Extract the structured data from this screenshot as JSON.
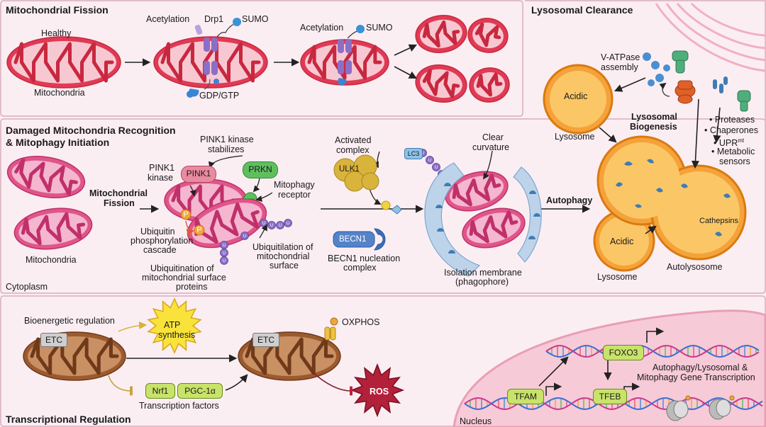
{
  "sections": {
    "fission": {
      "title": "Mitochondrial Fission",
      "healthy": "Healthy",
      "mitochondria": "Mitochondria",
      "acetylation_1": "Acetylation",
      "drp1": "Drp1",
      "sumo_1": "SUMO",
      "gdp_gtp": "GDP/GTP",
      "acetylation_2": "Acetylation",
      "sumo_2": "SUMO"
    },
    "recognition": {
      "title_line1": "Damaged Mitochondria Recognition",
      "title_line2": "& Mitophagy Initiation",
      "mitochondria": "Mitochondria",
      "cytoplasm": "Cytoplasm",
      "fission_arrow_line1": "Mitochondrial",
      "fission_arrow_line2": "Fission",
      "pink1_stab_line1": "PINK1 kinase",
      "pink1_stab_line2": "stabilizes",
      "pink1_kinase_line1": "PINK1",
      "pink1_kinase_line2": "kinase",
      "pink1": "PINK1",
      "prkn": "PRKN",
      "receptor_line1": "Mitophagy",
      "receptor_line2": "receptor",
      "ub_cascade_line1": "Ubiquitin",
      "ub_cascade_line2": "phosphorylation",
      "ub_cascade_line3": "cascade",
      "ub_surface_line1": "Ubiquitilation of",
      "ub_surface_line2": "mitochondrial",
      "ub_surface_line3": "surface",
      "ub_proteins_line1": "Ubiquitination of",
      "ub_proteins_line2": "mitochondrial surface",
      "ub_proteins_line3": "proteins",
      "p_marker": "P",
      "activated_line1": "Activated",
      "activated_line2": "complex",
      "ulk1": "ULK1",
      "becn1": "BECN1",
      "becn1_complex_line1": "BECN1 nucleation",
      "becn1_complex_line2": "complex",
      "lc3": "LC3",
      "clear_line1": "Clear",
      "clear_line2": "curvature",
      "isolation_line1": "Isolation membrane",
      "isolation_line2": "(phagophore)",
      "autophagy": "Autophagy"
    },
    "lysosomal": {
      "title": "Lysosomal Clearance",
      "vatpase_line1": "V-ATPase",
      "vatpase_line2": "assembly",
      "acidic_1": "Acidic",
      "lysosome_1": "Lysosome",
      "biogenesis_line1": "Lysosomal",
      "biogenesis_line2": "Biogenesis",
      "bullet_1": "• Proteases",
      "bullet_2": "• Chaperones",
      "bullet_3": "• UPR",
      "bullet_3_sup": "mt",
      "bullet_4_line1": "• Metabolic",
      "bullet_4_line2": "sensors",
      "cathepsins": "Cathepsins",
      "acidic_2": "Acidic",
      "lysosome_2": "Lysosome",
      "autolysosome": "Autolysosome"
    },
    "transcription": {
      "title": "Transcriptional Regulation",
      "bioenergetic": "Bioenergetic regulation",
      "etc_1": "ETC",
      "etc_2": "ETC",
      "atp_line1": "ATP",
      "atp_line2": "synthesis",
      "oxphos": "OXPHOS",
      "nrf1": "Nrf1",
      "pgc1a": "PGC-1α",
      "tf_label": "Transcription factors",
      "ros": "ROS",
      "foxo3": "FOXO3",
      "tfam": "TFAM",
      "tfeb": "TFEB",
      "gene_line1": "Autophagy/Lysosomal &",
      "gene_line2": "Mitophagy Gene Transcription",
      "nucleus": "Nucleus"
    }
  },
  "colors": {
    "panel_fill": "#fbeef3",
    "panel_stroke": "#d7aebe",
    "mito_outer": "#e03a55",
    "mito_inner": "#f8c8d2",
    "mito_cristae": "#c8283f",
    "damaged_outer": "#e0558a",
    "damaged_inner": "#f5b6cf",
    "brown_outer": "#9c5a2f",
    "brown_inner": "#c99063",
    "lysosome": "#f5a23a",
    "lysosome_inner": "#fbd68e",
    "ub_purple": "#8b6fc6",
    "prkn_green": "#5fbf5f",
    "pink1_pink": "#e98aa0",
    "ulk1_yellow": "#d9b43c",
    "becn1_blue": "#5583c9",
    "lc3_blue": "#8fc2e6",
    "membrane": "#bcd3ea",
    "atp_star": "#f9e33b",
    "ros_star": "#b3203a",
    "tf_green": "#c8e36a"
  }
}
